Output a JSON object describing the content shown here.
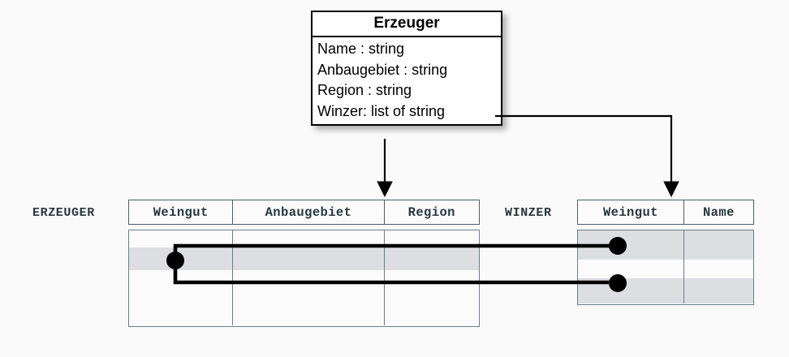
{
  "background": "#fafafa",
  "colors": {
    "uml_border": "#000000",
    "table_header_border": "#4c6069",
    "table_body_border": "#6b7f87",
    "highlight_row": "#dcdee2",
    "connector": "#000000",
    "text": "#27383f"
  },
  "uml_class": {
    "name": "Erzeuger",
    "attributes": [
      "Name : string",
      "Anbaugebiet : string",
      "Region : string",
      "Winzer: list of string"
    ]
  },
  "tables": [
    {
      "id": "erzeuger",
      "label": "ERZEUGER",
      "columns": [
        "Weingut",
        "Anbaugebiet",
        "Region"
      ],
      "row_count": 4,
      "highlighted_rows": [
        2
      ]
    },
    {
      "id": "winzer",
      "label": "WINZER",
      "columns": [
        "Weingut",
        "Name"
      ],
      "row_count": 3,
      "highlighted_rows": [
        1,
        3
      ]
    }
  ],
  "connectors": [
    {
      "id": "erzeuger-mapping-arrow",
      "from": "uml_class.bottom",
      "to": "erzeuger.header",
      "style": "straight-arrow"
    },
    {
      "id": "winzer-mapping-arrow",
      "from": "uml_class.attribute.Winzer",
      "to": "winzer.header",
      "style": "elbow-arrow"
    },
    {
      "id": "value-link-upper",
      "from": "erzeuger.row2.Weingut",
      "to": "winzer.row1.Weingut",
      "style": "elbow-link-dots"
    },
    {
      "id": "value-link-lower",
      "from": "erzeuger.row2.Weingut",
      "to": "winzer.row3.Weingut",
      "style": "elbow-link-dots"
    }
  ]
}
